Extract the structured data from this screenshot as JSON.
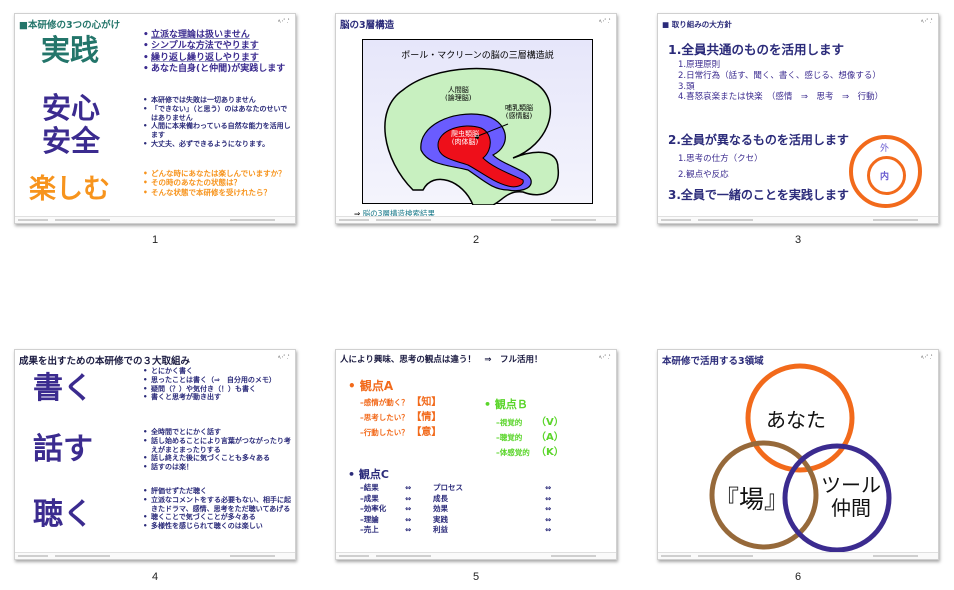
{
  "slides": [
    {
      "number": "1",
      "title": "■本研修の3つの心がけ",
      "words": [
        "実践",
        "安心",
        "安全",
        "楽しむ"
      ],
      "bullets_large": [
        "立派な理論は扱いません",
        "シンプルな方法でやります",
        "繰り返し繰り返しやります",
        "あなた自身(と仲間)が実践します"
      ],
      "bullets_small": [
        "本研修では失敗は一切ありません",
        "「できない」（と思う）のはあなたのせいではありません",
        "人間に本来備わっている自然な能力を活用します",
        "大丈夫、必ずできるようになります。"
      ],
      "bullets_orange": [
        "どんな時にあなたは楽しんでいますか？",
        "その時のあなたの状態は？",
        "そんな状態で本研修を受けれたら？"
      ]
    },
    {
      "number": "2",
      "title": "脳の3層構造",
      "figure_title": "ポール・マクリーンの脳の三層構造説",
      "labels": [
        "人間脳",
        "(論理脳)",
        "哺乳類脳",
        "(感情脳)",
        "爬虫類脳",
        "(肉体脳)"
      ],
      "link_arrow": "⇒",
      "link": "脳の3層構造検索結果"
    },
    {
      "number": "3",
      "title": "■ 取り組みの大方針",
      "h1": "1.全員共通のものを活用します",
      "h1_items": [
        "1.原理原則",
        "2.日常行為（話す、聞く、書く、感じる、想像する）",
        "3.頭",
        "4.喜怒哀楽または快楽　（感情　⇒　思考　⇒　行動）"
      ],
      "h2": "2.全員が異なるものを活用します",
      "h2_items": [
        "1.思考の仕方（クセ）",
        "2.観点や反応"
      ],
      "h3": "3.全員で一緒のことを実践します",
      "outer": "外",
      "inner": "内"
    },
    {
      "number": "4",
      "title": "成果を出すための本研修での３大取組み",
      "words": [
        "書く",
        "話す",
        "聴く"
      ],
      "groups": [
        [
          "とにかく書く",
          "思ったことは書く（⇒　自分用のメモ）",
          "疑問（？）や気付き（！）も書く",
          "書くと思考が動き出す"
        ],
        [
          "全時間でとにかく話す",
          "話し始めることにより言葉がつながったり考えがまとまったりする",
          "話し終えた後に気づくことも多々ある",
          "話すのは楽！"
        ],
        [
          "評価せずただ聴く",
          "立派なコメントをする必要もない、相手に起きたドラマ、感情、思考をただ聴いてあげる",
          "聴くことで気づくことが多々ある",
          "多様性を感じられて聴くのは楽しい"
        ]
      ]
    },
    {
      "number": "5",
      "title": "人により興味、思考の観点は違う！　⇒　フル活用！",
      "a_head": "観点A",
      "a_items": [
        [
          "–感情が動く？",
          "【知】"
        ],
        [
          "–思考したい？",
          "【情】"
        ],
        [
          "–行動したい？",
          "【意】"
        ]
      ],
      "b_head": "観点Ｂ",
      "b_items": [
        [
          "–視覚的",
          "（V）"
        ],
        [
          "–聴覚的",
          "（A）"
        ],
        [
          "–体感覚的",
          "（K）"
        ]
      ],
      "c_head": "観点C",
      "c_items": [
        [
          "–結果",
          "⇔",
          "プロセス",
          "⇔"
        ],
        [
          "–成果",
          "⇔",
          "成長",
          "⇔"
        ],
        [
          "–効率化",
          "⇔",
          "効果",
          "⇔"
        ],
        [
          "–理論",
          "⇔",
          "実践",
          "⇔"
        ],
        [
          "–売上",
          "⇔",
          "利益",
          "⇔"
        ]
      ]
    },
    {
      "number": "6",
      "title": "本研修で活用する3領域",
      "circles": [
        "あなた",
        "『場』",
        "ツール",
        "仲間"
      ]
    }
  ],
  "colors": {
    "teal": "#23756a",
    "purple": "#3b2b8f",
    "orange": "#f7941d",
    "navy": "#2b2b7a",
    "accent_orange": "#f26a1b",
    "green": "#5ad52a",
    "brown": "#96693a"
  }
}
